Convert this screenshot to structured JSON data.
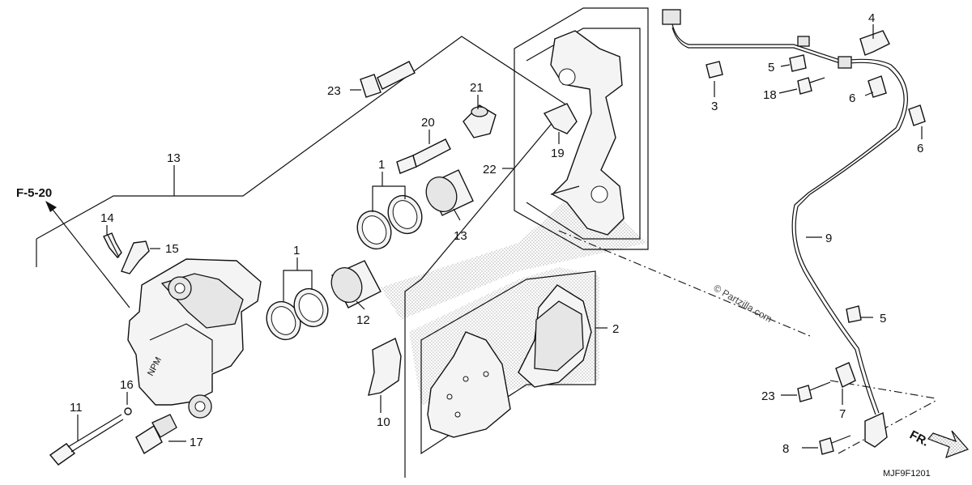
{
  "diagram": {
    "ref_page": "F-5-20",
    "diagram_code": "MJF9F1201",
    "watermark": "© Partzilla.com",
    "direction_label": "FR.",
    "caliper_text": "NPM",
    "callouts": [
      {
        "id": "c1a",
        "label": "1"
      },
      {
        "id": "c1b",
        "label": "1"
      },
      {
        "id": "c2",
        "label": "2"
      },
      {
        "id": "c3",
        "label": "3"
      },
      {
        "id": "c4",
        "label": "4"
      },
      {
        "id": "c5a",
        "label": "5"
      },
      {
        "id": "c5b",
        "label": "5"
      },
      {
        "id": "c6a",
        "label": "6"
      },
      {
        "id": "c6b",
        "label": "6"
      },
      {
        "id": "c7",
        "label": "7"
      },
      {
        "id": "c8",
        "label": "8"
      },
      {
        "id": "c9",
        "label": "9"
      },
      {
        "id": "c10",
        "label": "10"
      },
      {
        "id": "c11",
        "label": "11"
      },
      {
        "id": "c12",
        "label": "12"
      },
      {
        "id": "c13a",
        "label": "13"
      },
      {
        "id": "c13b",
        "label": "13"
      },
      {
        "id": "c14",
        "label": "14"
      },
      {
        "id": "c15",
        "label": "15"
      },
      {
        "id": "c16",
        "label": "16"
      },
      {
        "id": "c17",
        "label": "17"
      },
      {
        "id": "c18",
        "label": "18"
      },
      {
        "id": "c19",
        "label": "19"
      },
      {
        "id": "c20",
        "label": "20"
      },
      {
        "id": "c21",
        "label": "21"
      },
      {
        "id": "c22",
        "label": "22"
      },
      {
        "id": "c23a",
        "label": "23"
      },
      {
        "id": "c23b",
        "label": "23"
      }
    ]
  }
}
